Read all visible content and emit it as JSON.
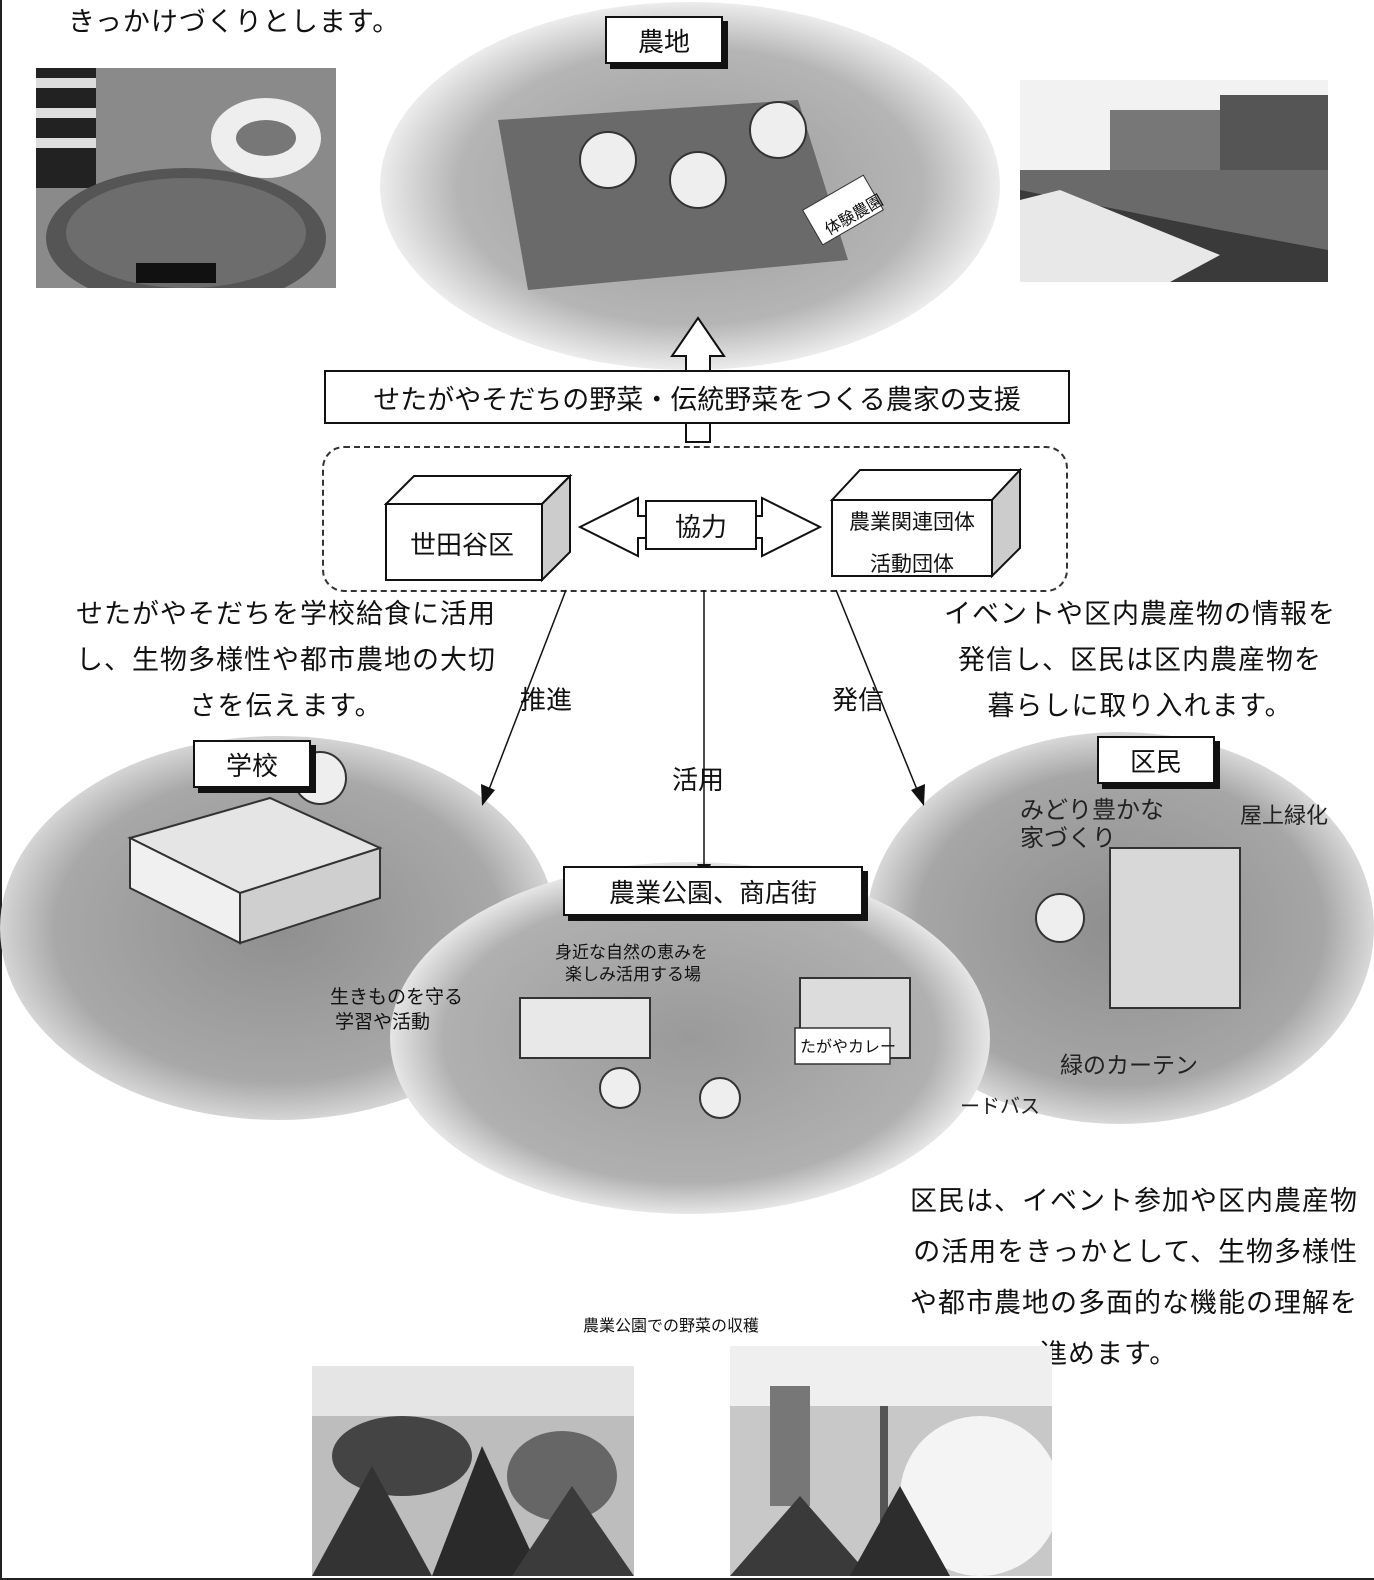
{
  "intro_text": "きっかけづくりとします。",
  "farm": {
    "label": "農地"
  },
  "support_banner": "せたがやそだちの野菜・伝統野菜をつくる農家の支援",
  "cooperation": {
    "left_org": "世田谷区",
    "center_label": "協力",
    "right_org_line1": "農業関連団体",
    "right_org_line2": "活動団体"
  },
  "school_desc": [
    "せたがやそだちを学校給食に活用",
    "し、生物多様性や都市農地の大切",
    "さを伝えます。"
  ],
  "resident_desc": [
    "イベントや区内農産物の情報を",
    "発信し、区民は区内農産物を",
    "暮らしに取り入れます。"
  ],
  "arrows": {
    "promote": "推進",
    "utilize": "活用",
    "broadcast": "発信"
  },
  "school": {
    "label": "学校"
  },
  "residents": {
    "label": "区民"
  },
  "park": {
    "label": "農業公園、商店街"
  },
  "participation_text": [
    "区民は、イベント参加や区内農産物",
    "の活用をきっかとして、生物多様性",
    "や都市農地の多面的な機能の理解を",
    "進めます。"
  ],
  "photo_caption": "農業公園での野菜の収穫",
  "illustration_text": {
    "farm_sign": "体験農園",
    "school_activity": [
      "生きものを守る",
      "学習や活動"
    ],
    "park_sign": [
      "身近な自然の恵みを",
      "楽しみ活用する場"
    ],
    "curry": "たがやカレー",
    "residents_green": [
      "みどり豊かな",
      "家づくり"
    ],
    "rooftop": "屋上緑化",
    "green_curtain": "緑のカーテン",
    "bus": "ードバス"
  }
}
